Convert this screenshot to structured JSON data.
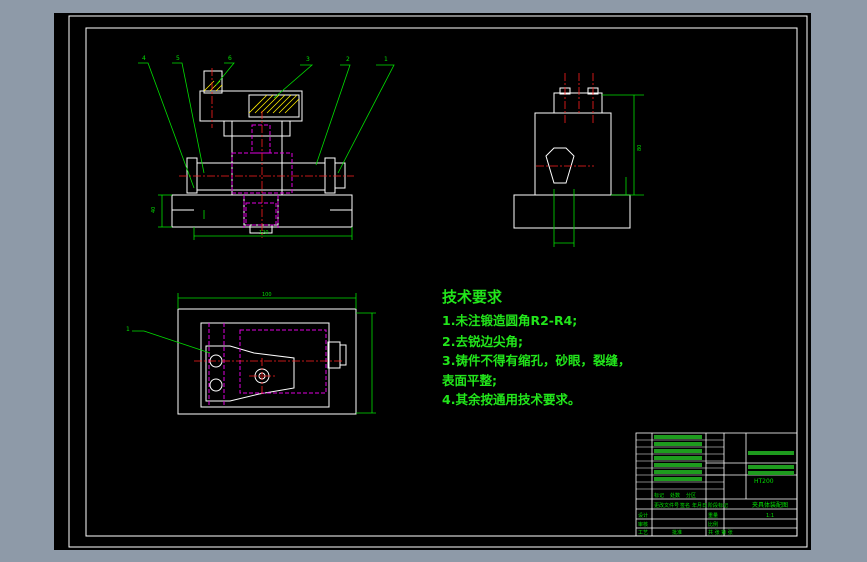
{
  "drawing": {
    "colors": {
      "background": "#000000",
      "frame": "#ffffff",
      "outline": "#ffffff",
      "dimension": "#00e000",
      "leader": "#00e000",
      "centerline": "#ff2020",
      "hidden": "#e000e0",
      "hatch": "#ffee00",
      "text": "#22e61b",
      "window_chrome": "#8e9aa8"
    },
    "part_numbers": [
      "4",
      "5",
      "6",
      "3",
      "2",
      "1"
    ],
    "dimension_labels": {
      "front_height": "40",
      "front_width": "120",
      "side_height": "80",
      "top_width": "100",
      "top_leader_number": "1"
    }
  },
  "tech_requirements": {
    "title": "技术要求",
    "items": [
      "1.未注锻造圆角R2-R4;",
      "2.去锐边尖角;",
      "3.铸件不得有缩孔，砂眼，裂缝，",
      "表面平整;",
      "4.其余按通用技术要求。"
    ]
  },
  "title_block": {
    "drawing_name": "夹具体装配图",
    "material": "HT200",
    "labels_left": [
      "标记",
      "处数",
      "分区",
      "更改文件号",
      "签名",
      "年月日"
    ],
    "labels_bottom": [
      "设计",
      "审核",
      "工艺",
      "批准"
    ],
    "labels_right": [
      "阶段标记",
      "重量",
      "比例"
    ],
    "scale": "1:1",
    "sheet": "共 张 第 张"
  }
}
